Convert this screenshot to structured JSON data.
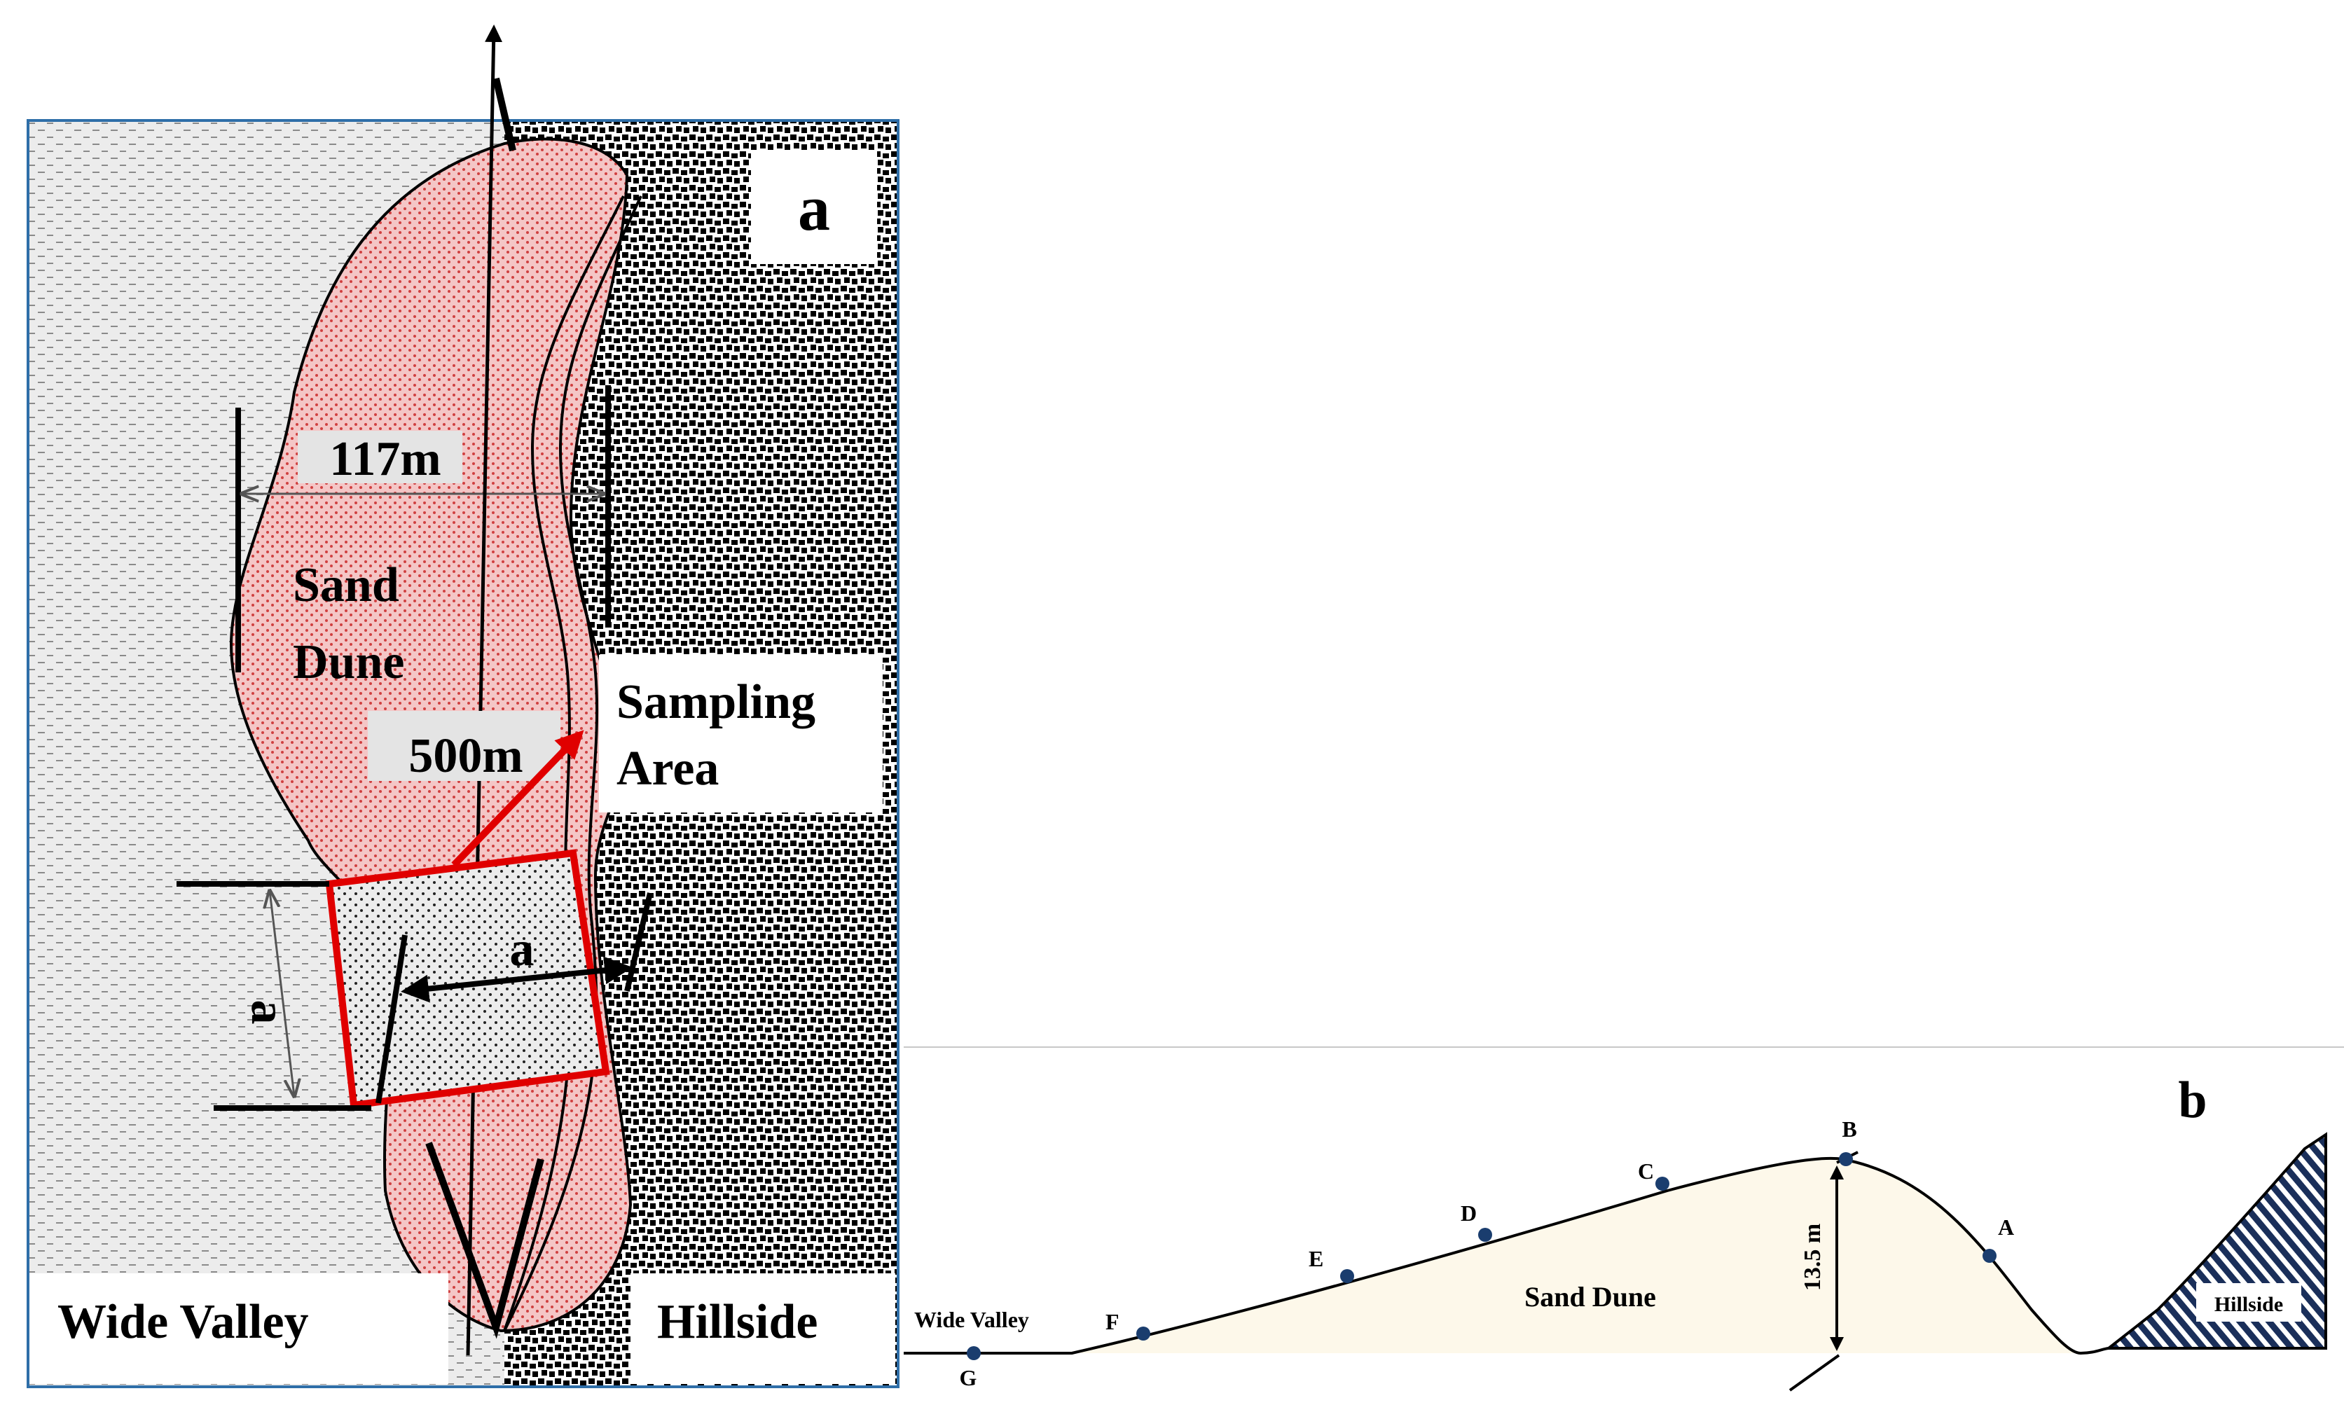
{
  "panel_a": {
    "panel_letter": "a",
    "labels": {
      "width": "117m",
      "dune": [
        "Sand",
        "Dune"
      ],
      "sampling": [
        "Sampling",
        "Area"
      ],
      "length": "500m",
      "square_side_horizontal": "a",
      "square_side_vertical": "a",
      "valley": "Wide Valley",
      "hillside": "Hillside"
    }
  },
  "panel_b": {
    "panel_letter": "b",
    "labels": {
      "valley": "Wide Valley",
      "dune": "Sand Dune",
      "hillside": "Hillside",
      "height": "13.5 m"
    },
    "points": [
      "A",
      "B",
      "C",
      "D",
      "E",
      "F",
      "G"
    ]
  },
  "colors": {
    "dune_fill": "#f4c6c6",
    "dune_dots": "#d04040",
    "sampling_border": "#e00000",
    "frame_border": "#2e6ea8",
    "profile_fill": "#fdf8ea",
    "point_marker": "#1a3d6e",
    "hatch": "#1a2f5a"
  }
}
